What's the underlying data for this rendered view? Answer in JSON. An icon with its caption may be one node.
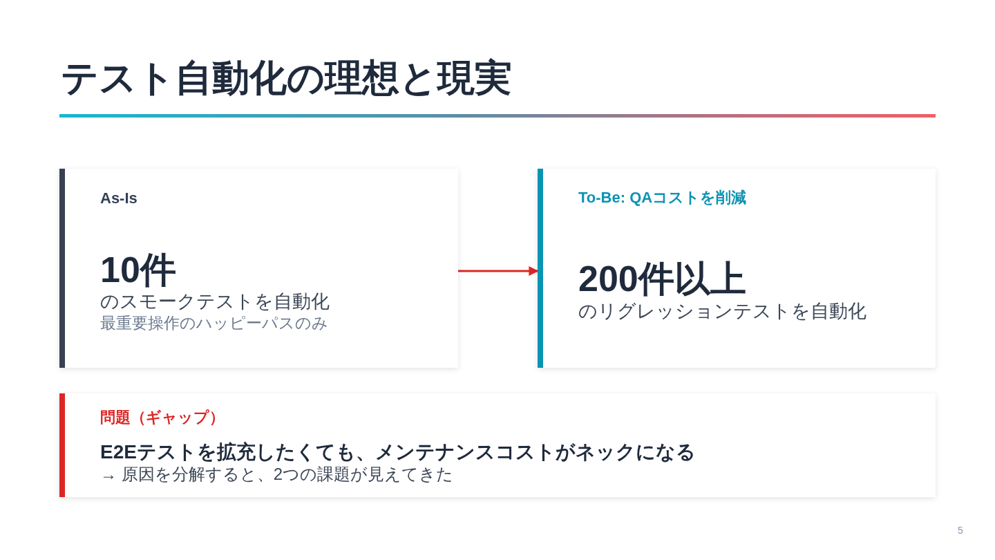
{
  "diagram": {
    "title": "テスト自動化の理想と現実",
    "nodes": [
      {
        "text": [
          "As-Is",
          "10件",
          "のスモークテストを自動化",
          "最重要操作のハッピーパスのみ"
        ]
      },
      {
        "text": [
          "To-Be: QAコストを削減",
          "200件以上",
          "のリグレッションテストを自動化"
        ]
      },
      {
        "text": [
          "問題（ギャップ）",
          "E2Eテストを拡充したくても、メンテナンスコストがネックになる",
          "→ 原因を分解すると、2つの課題が見えてきた"
        ]
      }
    ],
    "edges": [
      {
        "from": 0,
        "to": 1,
        "arrow": "to"
      }
    ],
    "labels": [
      "5"
    ]
  }
}
